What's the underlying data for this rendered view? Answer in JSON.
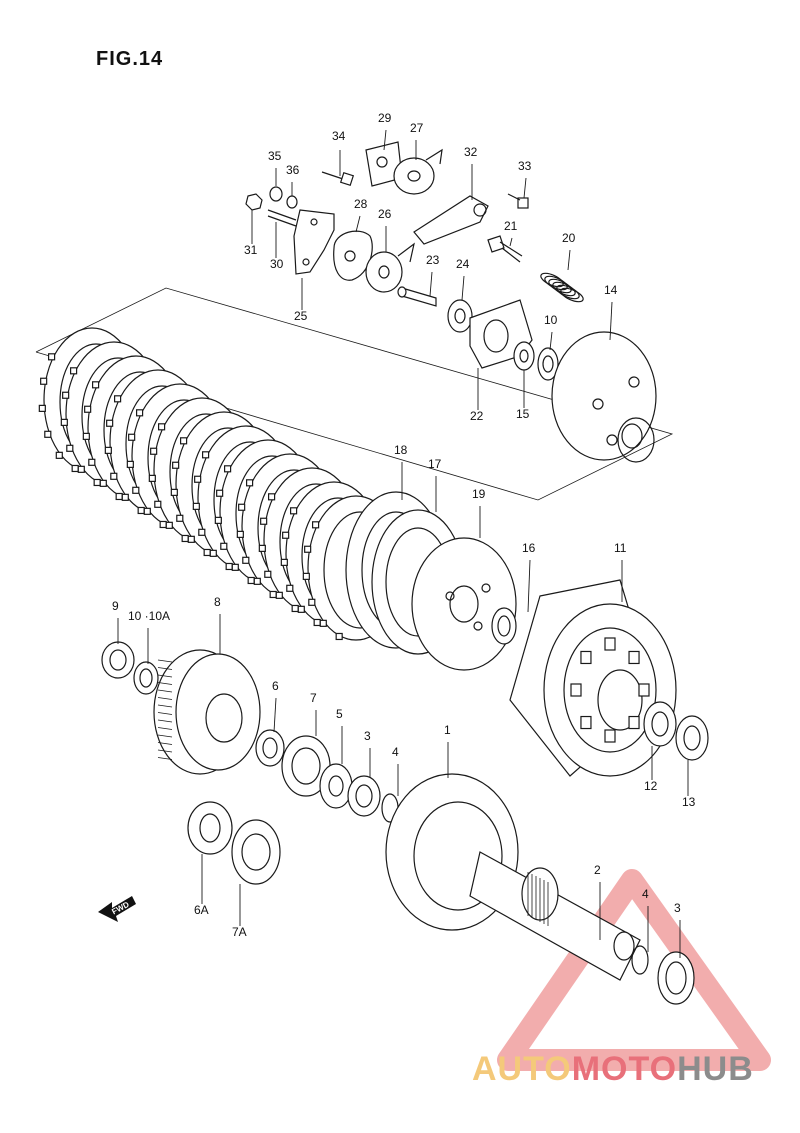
{
  "figure": {
    "title": "FIG.14"
  },
  "fwd_label": "FWD",
  "watermark": {
    "part_a": "AUTO",
    "part_b": "MOTO",
    "part_c": "HUB"
  },
  "callouts": [
    {
      "id": "c34",
      "label": "34"
    },
    {
      "id": "c29",
      "label": "29"
    },
    {
      "id": "c27",
      "label": "27"
    },
    {
      "id": "c32",
      "label": "32"
    },
    {
      "id": "c35",
      "label": "35"
    },
    {
      "id": "c36",
      "label": "36"
    },
    {
      "id": "c33",
      "label": "33"
    },
    {
      "id": "c28",
      "label": "28"
    },
    {
      "id": "c26",
      "label": "26"
    },
    {
      "id": "c21",
      "label": "21"
    },
    {
      "id": "c20",
      "label": "20"
    },
    {
      "id": "c31",
      "label": "31"
    },
    {
      "id": "c30",
      "label": "30"
    },
    {
      "id": "c23",
      "label": "23"
    },
    {
      "id": "c24",
      "label": "24"
    },
    {
      "id": "c14",
      "label": "14"
    },
    {
      "id": "c25",
      "label": "25"
    },
    {
      "id": "c10a",
      "label": "10"
    },
    {
      "id": "c22",
      "label": "22"
    },
    {
      "id": "c15",
      "label": "15"
    },
    {
      "id": "c18",
      "label": "18"
    },
    {
      "id": "c17",
      "label": "17"
    },
    {
      "id": "c19",
      "label": "19"
    },
    {
      "id": "c16",
      "label": "16"
    },
    {
      "id": "c11",
      "label": "11"
    },
    {
      "id": "c9",
      "label": "9"
    },
    {
      "id": "c10b",
      "label": "10 ·10A"
    },
    {
      "id": "c8",
      "label": "8"
    },
    {
      "id": "c6",
      "label": "6"
    },
    {
      "id": "c7",
      "label": "7"
    },
    {
      "id": "c5",
      "label": "5"
    },
    {
      "id": "c3a",
      "label": "3"
    },
    {
      "id": "c4a",
      "label": "4"
    },
    {
      "id": "c1",
      "label": "1"
    },
    {
      "id": "c12",
      "label": "12"
    },
    {
      "id": "c13",
      "label": "13"
    },
    {
      "id": "c6a",
      "label": "6A"
    },
    {
      "id": "c7a",
      "label": "7A"
    },
    {
      "id": "c2",
      "label": "2"
    },
    {
      "id": "c4b",
      "label": "4"
    },
    {
      "id": "c3b",
      "label": "3"
    }
  ]
}
